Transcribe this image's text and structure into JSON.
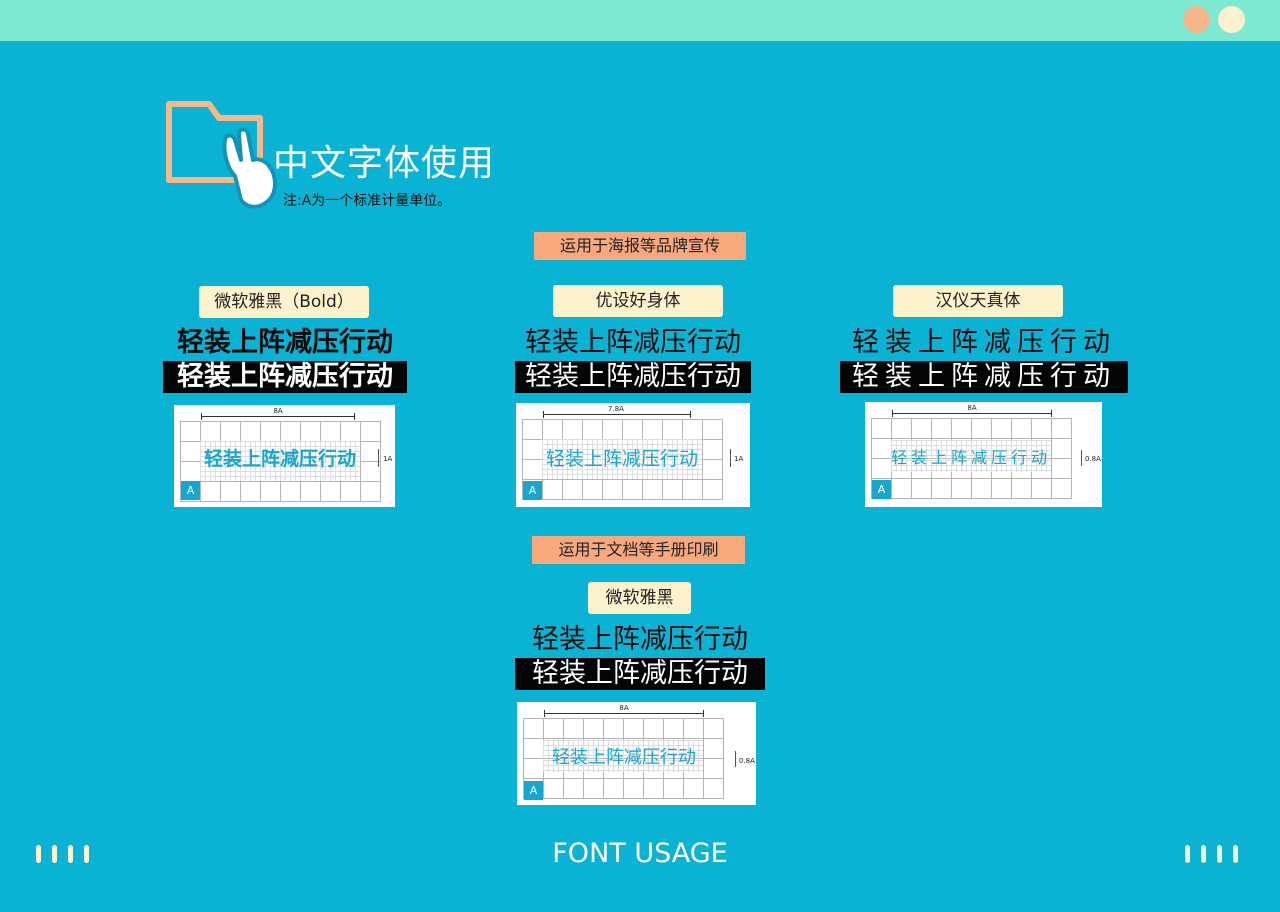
{
  "window": {
    "dot_colors": [
      "#f5b58a",
      "#fbf3cf"
    ]
  },
  "header": {
    "title": "中文字体使用",
    "note": "注:A为一个标准计量单位。",
    "icon": "folder-hand-icon"
  },
  "sections": {
    "poster": "运用于海报等品牌宣传",
    "document": "运用于文档等手册印刷"
  },
  "fonts": [
    {
      "label": "微软雅黑（Bold）",
      "sample": "轻装上阵减压行动",
      "width_mark": "8A",
      "height_mark": "1A",
      "unit": "A"
    },
    {
      "label": "优设好身体",
      "sample": "轻装上阵减压行动",
      "width_mark": "7.8A",
      "height_mark": "1A",
      "unit": "A"
    },
    {
      "label": "汉仪天真体",
      "sample": "轻装上阵减压行动",
      "width_mark": "8A",
      "height_mark": "0.8A",
      "unit": "A"
    },
    {
      "label": "微软雅黑",
      "sample": "轻装上阵减压行动",
      "width_mark": "8A",
      "height_mark": "0.8A",
      "unit": "A"
    }
  ],
  "footer": {
    "text": "FONT USAGE"
  },
  "colors": {
    "background": "#0ab3d4",
    "topbar": "#7ee8d3",
    "section_bg": "#f7a87c",
    "label_bg": "#fcf2cb",
    "accent": "#17a6cf"
  }
}
